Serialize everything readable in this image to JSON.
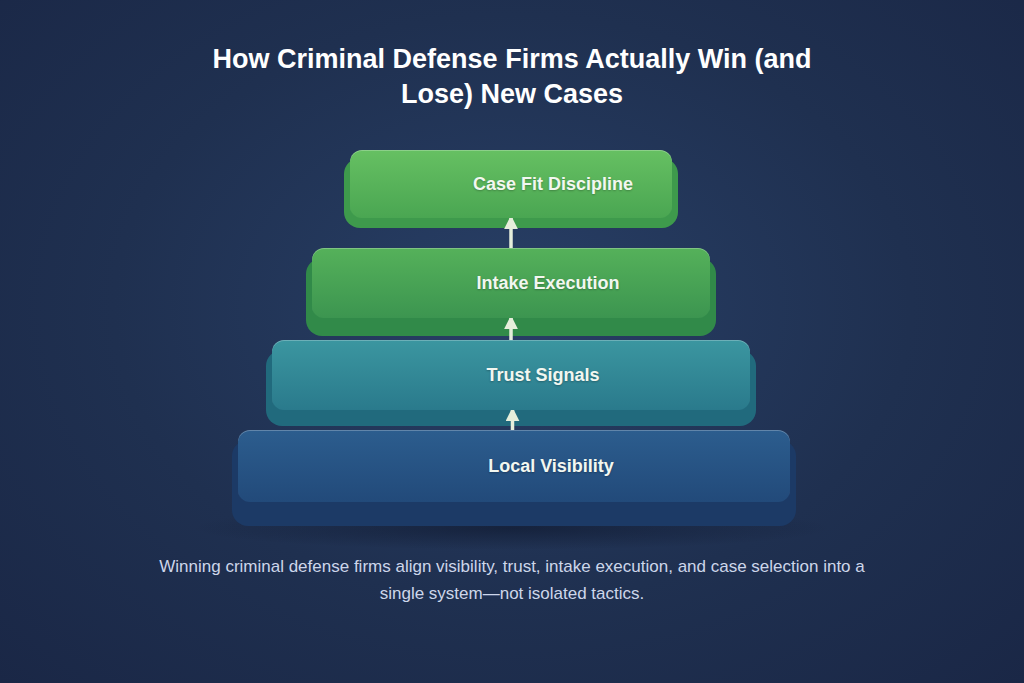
{
  "diagram": {
    "title": "How Criminal Defense Firms Actually Win (and Lose) New Cases",
    "caption": "Winning criminal defense firms align visibility, trust, intake execution, and case selection into a single system—not isolated tactics.",
    "nodes": [
      {
        "text": [
          "Case Fit Discipline"
        ]
      },
      {
        "text": [
          "Intake Execution"
        ]
      },
      {
        "text": [
          "Trust Signals"
        ]
      },
      {
        "text": [
          "Local Visibility"
        ]
      }
    ],
    "edges": [
      {
        "from": 3,
        "to": 2,
        "arrow": "to"
      },
      {
        "from": 2,
        "to": 1,
        "arrow": "to"
      },
      {
        "from": 1,
        "to": 0,
        "arrow": "to"
      }
    ]
  }
}
